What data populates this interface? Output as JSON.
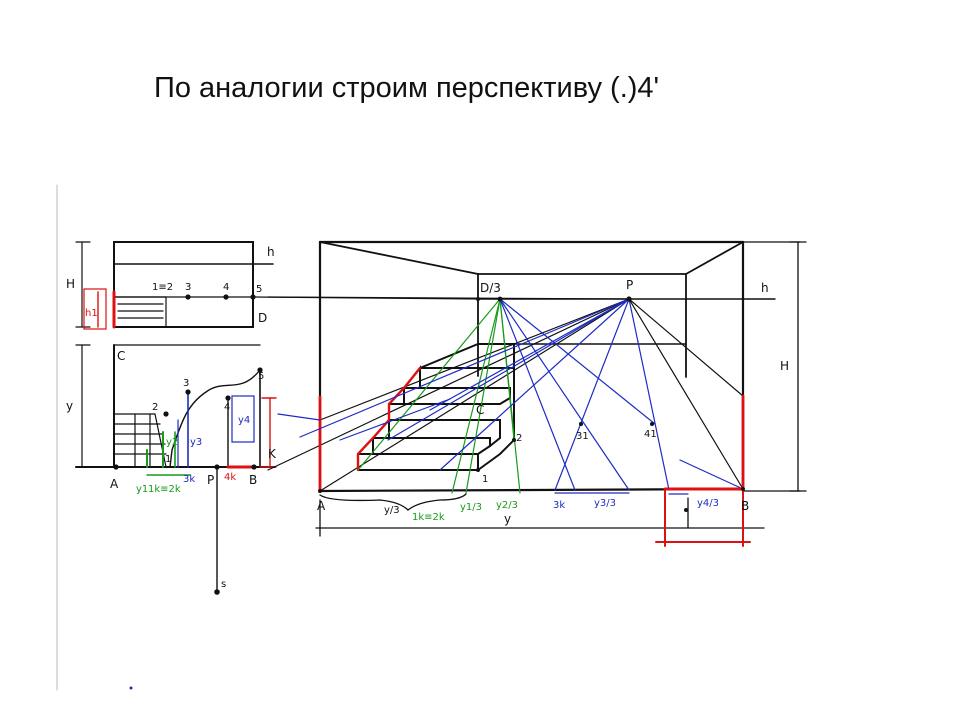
{
  "slide": {
    "title": "По аналогии строим перспективу (.)4'"
  },
  "diagram": {
    "colors": {
      "ink": "#111111",
      "construction_blue": "#1d2cc4",
      "construction_green": "#1a9a1a",
      "highlight_red": "#dd1111"
    },
    "plan_labels": {
      "h": "h",
      "H": "H",
      "h1": "h1",
      "points_1_2": "1≡2",
      "point_3_top": "3",
      "point_4_top": "4",
      "point_5_top": "5",
      "D": "D",
      "C": "C",
      "y": "y",
      "point_3": "3",
      "point_2": "2",
      "point_1": "1",
      "point_4": "4",
      "point_5": "5",
      "y4": "y4",
      "K": "K",
      "A": "A",
      "P": "P",
      "B": "B",
      "S": "s",
      "y1": "y1",
      "k1_2k": "1k≡2k",
      "k3": "3k",
      "k4": "4k",
      "y3": "y3",
      "y2": "y2"
    },
    "perspective_labels": {
      "D3": "D/3",
      "P": "P",
      "h": "h",
      "H": "H",
      "C": "C",
      "A": "A",
      "B": "B",
      "y3": "y/3",
      "k12": "1k≡2k",
      "y1_3": "y1/3",
      "y2_3": "y2/3",
      "y": "y",
      "k3": "3k",
      "y3_3": "y3/3",
      "y4_3": "y4/3",
      "p31": "31",
      "p41": "41",
      "n1": "1",
      "n2": "2"
    }
  }
}
